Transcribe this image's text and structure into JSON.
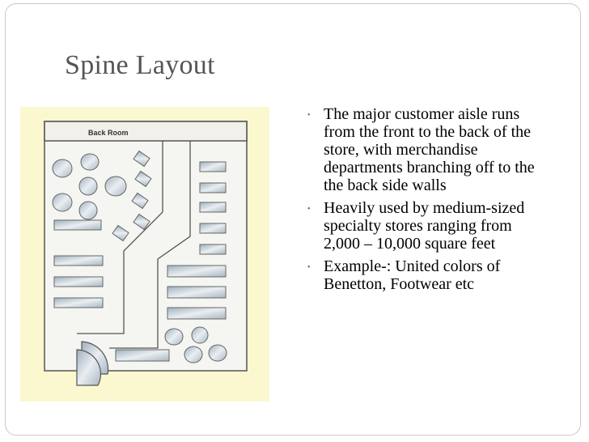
{
  "slide": {
    "title": "Spine Layout",
    "floorplan": {
      "back_room_label": "Back Room",
      "colors": {
        "background": "#fbf7cf",
        "room_fill": "#f5f5f1",
        "fixture_fill": "#c3cfd8",
        "outline": "#555555"
      }
    },
    "bullets": [
      "The major customer aisle runs from the front to the back of the store, with merchandise departments branching off to the the back side walls",
      "Heavily used by medium-sized specialty stores ranging from 2,000 – 10,000 square feet",
      "Example-: United colors of Benetton, Footwear etc"
    ],
    "bullet_glyph": "•"
  }
}
